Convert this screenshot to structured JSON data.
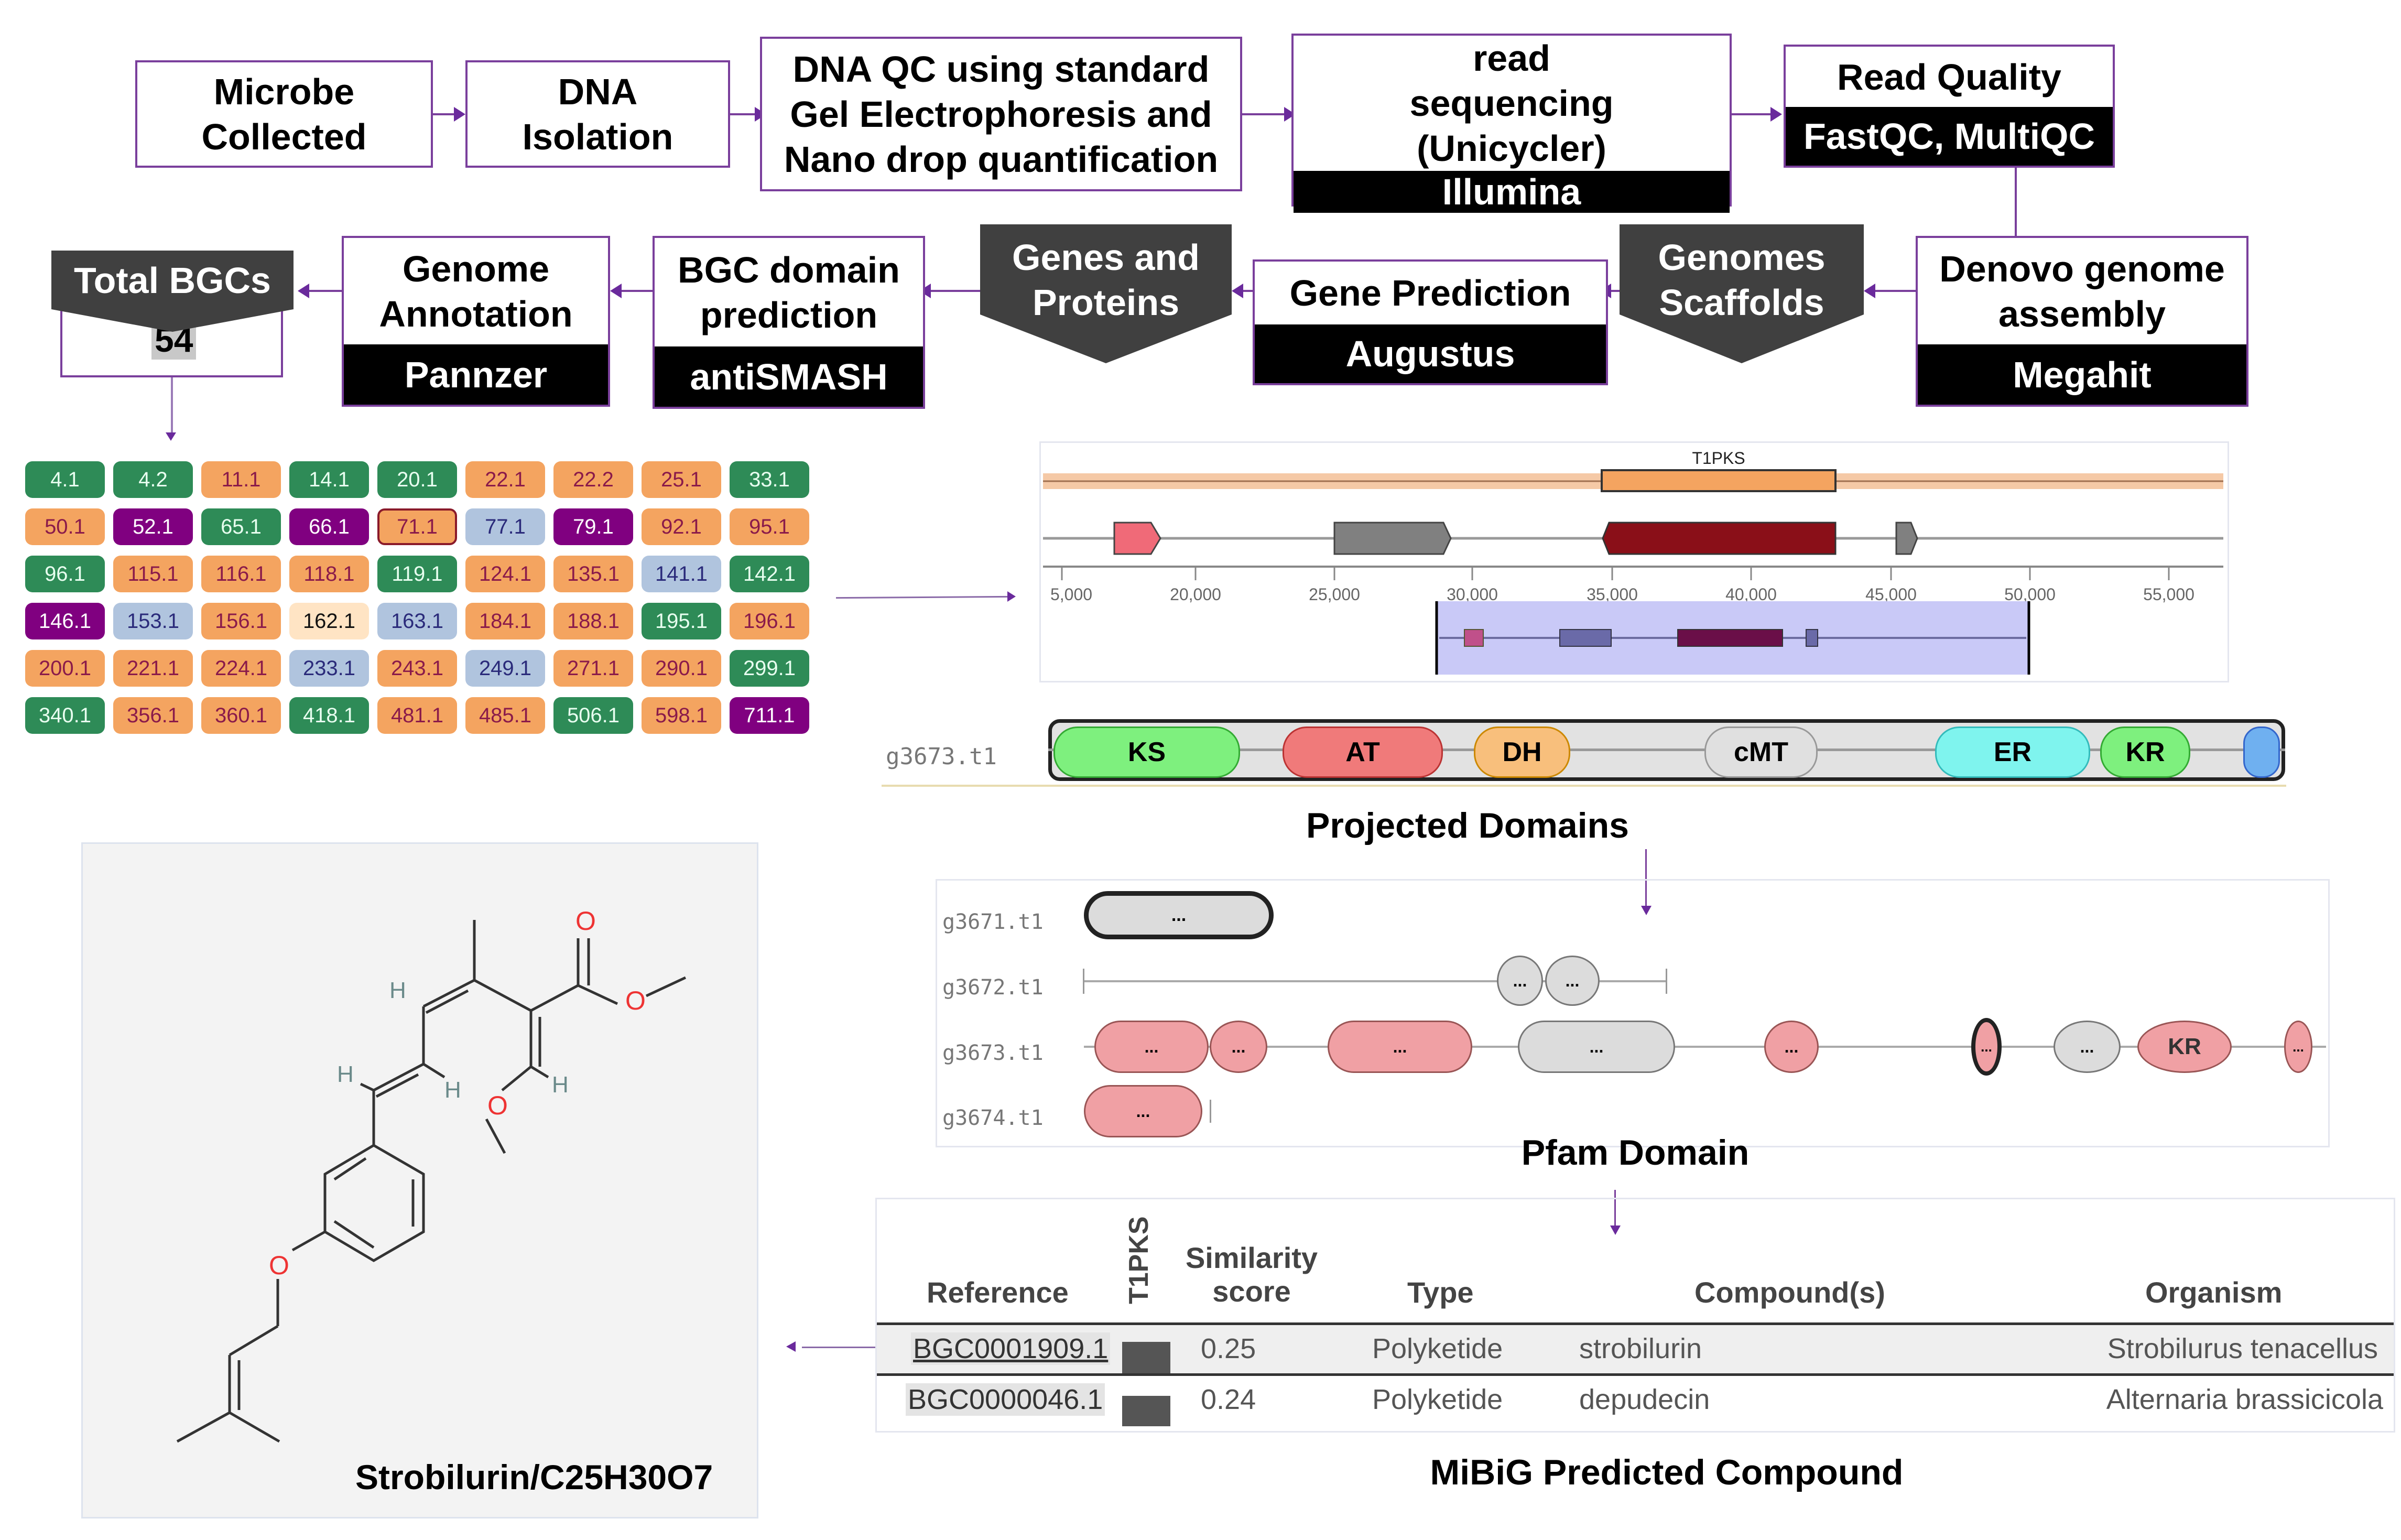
{
  "pipeline": {
    "microbe": "Microbe Collected",
    "dna_isolation": "DNA Isolation",
    "dna_qc": "DNA QC using standard Gel Electrophoresis and Nano drop quantification",
    "read_seq": {
      "title": "read sequencing (Unicycler)",
      "tool": "Illumina"
    },
    "read_quality": {
      "title": "Read Quality",
      "tool": "FastQC, MultiQC"
    },
    "denovo": {
      "title": "Denovo genome assembly",
      "tool": "Megahit"
    },
    "scaffolds": "Genomes Scaffolds",
    "gene_pred": {
      "title": "Gene Prediction",
      "tool": "Augustus"
    },
    "genes_proteins": "Genes and Proteins",
    "bgc_domain": {
      "title": "BGC domain prediction",
      "tool": "antiSMASH"
    },
    "annotation": {
      "title": "Genome Annotation",
      "tool": "Pannzer"
    },
    "total_bgcs": {
      "title": "Total BGCs",
      "value": "54"
    }
  },
  "colors": {
    "green": "#2e8b57",
    "orange": "#f4a460",
    "purple": "#800080",
    "lightblue": "#b0c4de",
    "peach": "#ffe4c4",
    "accent": "#7a3f9c"
  },
  "bgc_regions": [
    {
      "id": "4.1",
      "c": "green"
    },
    {
      "id": "4.2",
      "c": "green"
    },
    {
      "id": "11.1",
      "c": "orange"
    },
    {
      "id": "14.1",
      "c": "green"
    },
    {
      "id": "20.1",
      "c": "green"
    },
    {
      "id": "22.1",
      "c": "orange"
    },
    {
      "id": "22.2",
      "c": "orange"
    },
    {
      "id": "25.1",
      "c": "orange"
    },
    {
      "id": "33.1",
      "c": "green"
    },
    {
      "id": "50.1",
      "c": "orange"
    },
    {
      "id": "52.1",
      "c": "purple"
    },
    {
      "id": "65.1",
      "c": "green"
    },
    {
      "id": "66.1",
      "c": "purple"
    },
    {
      "id": "71.1",
      "c": "orange",
      "selected": true
    },
    {
      "id": "77.1",
      "c": "lightblue"
    },
    {
      "id": "79.1",
      "c": "purple"
    },
    {
      "id": "92.1",
      "c": "orange"
    },
    {
      "id": "95.1",
      "c": "orange"
    },
    {
      "id": "96.1",
      "c": "green"
    },
    {
      "id": "115.1",
      "c": "orange"
    },
    {
      "id": "116.1",
      "c": "orange"
    },
    {
      "id": "118.1",
      "c": "orange"
    },
    {
      "id": "119.1",
      "c": "green"
    },
    {
      "id": "124.1",
      "c": "orange"
    },
    {
      "id": "135.1",
      "c": "orange"
    },
    {
      "id": "141.1",
      "c": "lightblue"
    },
    {
      "id": "142.1",
      "c": "green"
    },
    {
      "id": "146.1",
      "c": "purple"
    },
    {
      "id": "153.1",
      "c": "lightblue"
    },
    {
      "id": "156.1",
      "c": "orange"
    },
    {
      "id": "162.1",
      "c": "peach"
    },
    {
      "id": "163.1",
      "c": "lightblue"
    },
    {
      "id": "184.1",
      "c": "orange"
    },
    {
      "id": "188.1",
      "c": "orange"
    },
    {
      "id": "195.1",
      "c": "green"
    },
    {
      "id": "196.1",
      "c": "orange"
    },
    {
      "id": "200.1",
      "c": "orange"
    },
    {
      "id": "221.1",
      "c": "orange"
    },
    {
      "id": "224.1",
      "c": "orange"
    },
    {
      "id": "233.1",
      "c": "lightblue"
    },
    {
      "id": "243.1",
      "c": "orange"
    },
    {
      "id": "249.1",
      "c": "lightblue"
    },
    {
      "id": "271.1",
      "c": "orange"
    },
    {
      "id": "290.1",
      "c": "orange"
    },
    {
      "id": "299.1",
      "c": "green"
    },
    {
      "id": "340.1",
      "c": "green"
    },
    {
      "id": "356.1",
      "c": "orange"
    },
    {
      "id": "360.1",
      "c": "orange"
    },
    {
      "id": "418.1",
      "c": "green"
    },
    {
      "id": "481.1",
      "c": "orange"
    },
    {
      "id": "485.1",
      "c": "orange"
    },
    {
      "id": "506.1",
      "c": "green"
    },
    {
      "id": "598.1",
      "c": "orange"
    },
    {
      "id": "711.1",
      "c": "purple"
    }
  ],
  "cluster_view": {
    "region_label": "T1PKS",
    "axis_ticks": [
      "5,000",
      "20,000",
      "25,000",
      "30,000",
      "35,000",
      "40,000",
      "45,000",
      "50,000",
      "55,000"
    ]
  },
  "projected": {
    "gene": "g3673.t1",
    "domains": [
      "KS",
      "AT",
      "DH",
      "cMT",
      "ER",
      "KR"
    ],
    "caption": "Projected Domains"
  },
  "pfam": {
    "genes": [
      "g3671.t1",
      "g3672.t1",
      "g3673.t1",
      "g3674.t1"
    ],
    "ellipsis": "...",
    "kr_label": "KR",
    "caption": "Pfam Domain"
  },
  "mibig": {
    "headers": [
      "Reference",
      "T1PKS",
      "Similarity score",
      "Type",
      "Compound(s)",
      "Organism"
    ],
    "rows": [
      {
        "ref": "BGC0001909.1",
        "score": "0.25",
        "type": "Polyketide",
        "compound": "strobilurin",
        "organism": "Strobilurus tenacellus"
      },
      {
        "ref": "BGC0000046.1",
        "score": "0.24",
        "type": "Polyketide",
        "compound": "depudecin",
        "organism": "Alternaria brassicicola"
      }
    ],
    "caption": "MiBiG Predicted Compound"
  },
  "compound": {
    "label": "Strobilurin/C25H30O7",
    "atoms": {
      "O": "O",
      "H": "H"
    }
  }
}
